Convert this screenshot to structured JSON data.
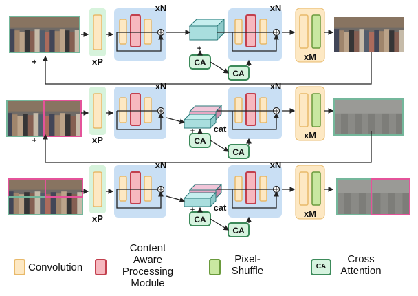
{
  "colors": {
    "block_blue": "#c9dff4",
    "conv_fill": "#fde8c3",
    "conv_stroke": "#e8b96a",
    "capm_fill": "#f6b8bf",
    "capm_stroke": "#c2404e",
    "shuffle_fill": "#c9e8a1",
    "shuffle_stroke": "#6a9a3c",
    "repeat_green": "#d7f3dc",
    "ca_fill": "#d6f3df",
    "ca_stroke": "#3c8a5a",
    "feat_teal": "#a9dede",
    "feat_pink": "#e7a8c4",
    "frame_green": "#74b79b",
    "frame_pink": "#e4539a"
  },
  "labels": {
    "repeat_p": "xP",
    "repeat_n": "xN",
    "repeat_m": "xM",
    "ca": "CA",
    "cat": "cat",
    "plus": "+",
    "sum": "⊕"
  },
  "legend": {
    "convolution": "Convolution",
    "capm": [
      "Content",
      "Aware",
      "Processing",
      "Module"
    ],
    "shuffle": [
      "Pixel-",
      "Shuffle"
    ],
    "ca_icon": "CA",
    "cross_attention": [
      "Cross",
      "Attention"
    ]
  }
}
